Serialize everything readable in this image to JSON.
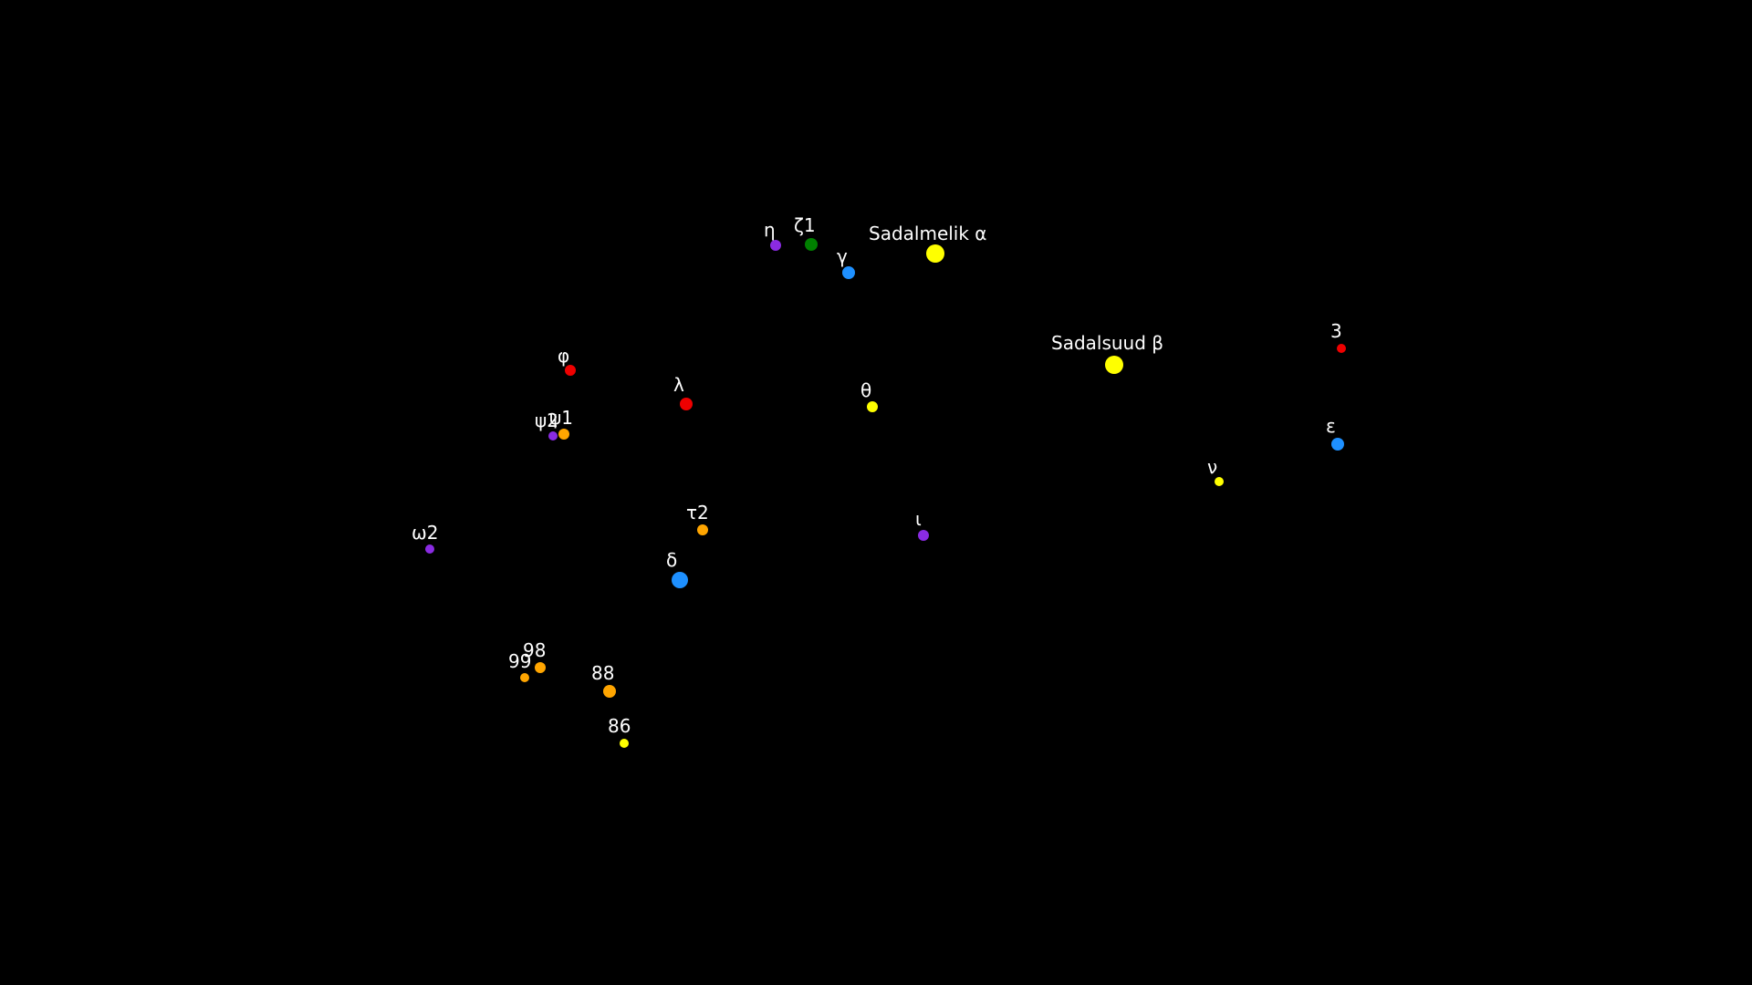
{
  "colors": {
    "background": "#000000",
    "label": "#ffffff",
    "yellow": "#ffff00",
    "red": "#ee0000",
    "blue": "#1e90ff",
    "purple": "#8a2be2",
    "orange": "#ffa500",
    "green": "#008000"
  },
  "stars": [
    {
      "id": "sadalmelik",
      "label": "Sadalmelik α",
      "color": "yellow",
      "magnitude": "bright"
    },
    {
      "id": "sadalsuud",
      "label": "Sadalsuud β",
      "color": "yellow",
      "magnitude": "bright"
    },
    {
      "id": "eta",
      "label": "η",
      "color": "purple",
      "magnitude": "small"
    },
    {
      "id": "zeta1",
      "label": "ζ1",
      "color": "green",
      "magnitude": "medium"
    },
    {
      "id": "gamma",
      "label": "γ",
      "color": "blue",
      "magnitude": "medium"
    },
    {
      "id": "phi",
      "label": "φ",
      "color": "red",
      "magnitude": "small"
    },
    {
      "id": "lambda",
      "label": "λ",
      "color": "red",
      "magnitude": "medium"
    },
    {
      "id": "theta",
      "label": "θ",
      "color": "yellow",
      "magnitude": "small"
    },
    {
      "id": "psi2",
      "label": "ψ2",
      "color": "purple",
      "magnitude": "tiny"
    },
    {
      "id": "psi1",
      "label": "ψ1",
      "color": "orange",
      "magnitude": "small"
    },
    {
      "id": "three",
      "label": "3",
      "color": "red",
      "magnitude": "tiny"
    },
    {
      "id": "epsilon",
      "label": "ε",
      "color": "blue",
      "magnitude": "medium"
    },
    {
      "id": "nu",
      "label": "ν",
      "color": "yellow",
      "magnitude": "tiny"
    },
    {
      "id": "tau2",
      "label": "τ2",
      "color": "orange",
      "magnitude": "small"
    },
    {
      "id": "iota",
      "label": "ι",
      "color": "purple",
      "magnitude": "small"
    },
    {
      "id": "omega2",
      "label": "ω2",
      "color": "purple",
      "magnitude": "tiny"
    },
    {
      "id": "delta",
      "label": "δ",
      "color": "blue",
      "magnitude": "large"
    },
    {
      "id": "s98",
      "label": "98",
      "color": "orange",
      "magnitude": "small"
    },
    {
      "id": "s99",
      "label": "99",
      "color": "orange",
      "magnitude": "tiny"
    },
    {
      "id": "s88",
      "label": "88",
      "color": "orange",
      "magnitude": "medium"
    },
    {
      "id": "s86",
      "label": "86",
      "color": "yellow",
      "magnitude": "tiny"
    }
  ]
}
